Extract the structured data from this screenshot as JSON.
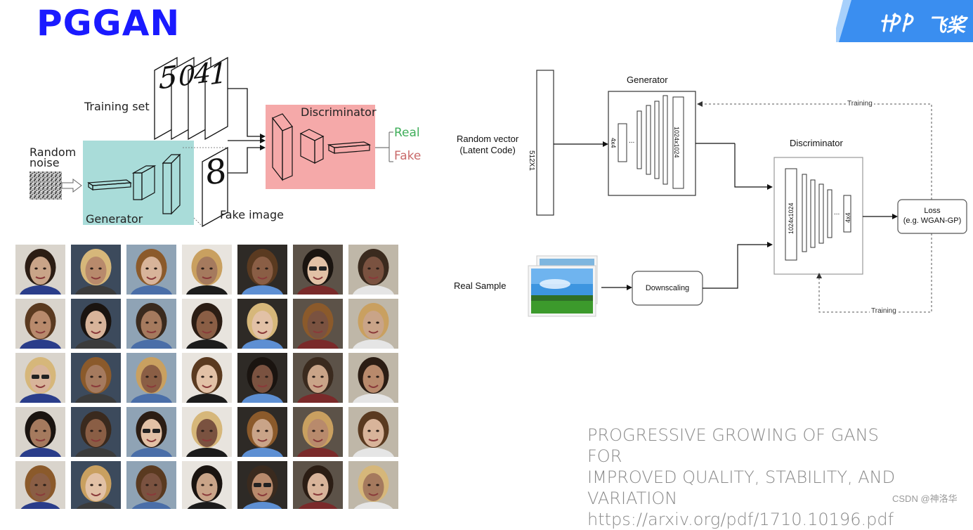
{
  "slide": {
    "title": "PGGAN",
    "logo_text": "飞桨"
  },
  "gan_diagram": {
    "training_set_label": "Training set",
    "random_noise_label": [
      "Random",
      "noise"
    ],
    "generator_label": "Generator",
    "discriminator_label": "Discriminator",
    "fake_image_label": "Fake image",
    "output_real": "Real",
    "output_fake": "Fake",
    "digits": [
      "5",
      "0",
      "4",
      "1",
      "8"
    ],
    "colors": {
      "generator": "#a9dcd9",
      "discriminator": "#f5a9a9",
      "real": "#3fae5a",
      "fake": "#c96a6a"
    }
  },
  "face_grid": {
    "rows": 5,
    "cols": 7,
    "skin_tones": [
      "#c9a488",
      "#b88a6c",
      "#d8b49a",
      "#a57a5e",
      "#8a5e45",
      "#e2c1a6",
      "#7a5240"
    ]
  },
  "pggan_arch": {
    "random_vector_label": [
      "Random vector",
      "(Latent Code)"
    ],
    "latent_box": "512X1",
    "generator_title": "Generator",
    "generator_small": "4x4",
    "generator_big": "1024x1024",
    "ellipsis": "...",
    "discriminator_title": "Discriminator",
    "discriminator_big": "1024x1024",
    "discriminator_small": "4x4",
    "loss_label": [
      "Loss",
      "(e.g. WGAN-GP)"
    ],
    "training_label_top": "Training",
    "training_label_bottom": "Training",
    "real_sample_label": "Real Sample",
    "downscaling_label": "Downscaling"
  },
  "reference": {
    "title_lines": [
      "PROGRESSIVE GROWING OF GANS FOR",
      "IMPROVED QUALITY, STABILITY, AND",
      "VARIATION"
    ],
    "url": "https://arxiv.org/pdf/1710.10196.pdf"
  },
  "watermark": "CSDN @神洛华"
}
